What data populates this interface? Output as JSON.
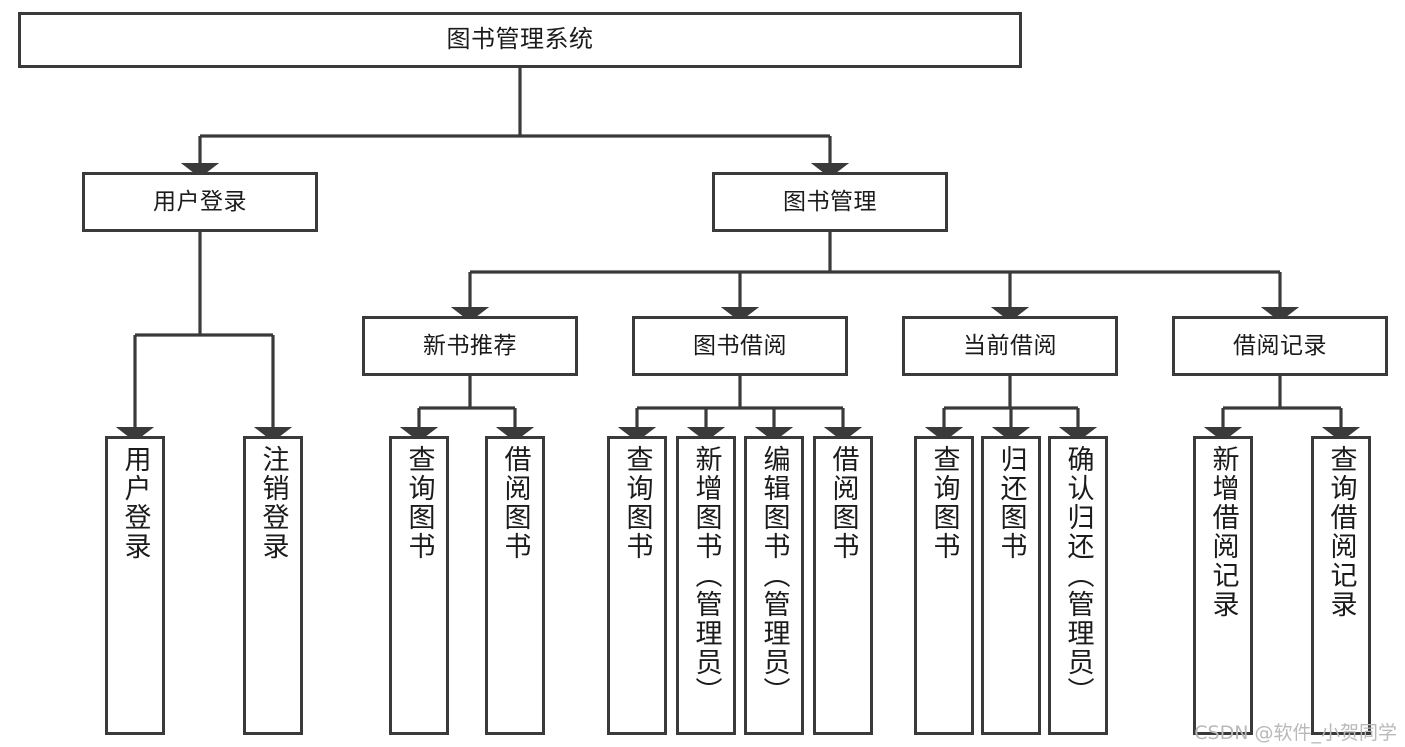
{
  "diagram": {
    "title": "图书管理系统",
    "watermark": "CSDN @软件_小贺同学",
    "colors": {
      "background": "#ffffff",
      "border": "#3a3a3a",
      "connector": "#3a3a3a",
      "text": "#1b1b1b",
      "watermark": "#b9b9b9"
    },
    "root": {
      "label": "图书管理系统"
    },
    "level2": [
      {
        "label": "用户登录"
      },
      {
        "label": "图书管理"
      }
    ],
    "level3": [
      {
        "label": "新书推荐"
      },
      {
        "label": "图书借阅"
      },
      {
        "label": "当前借阅"
      },
      {
        "label": "借阅记录"
      }
    ],
    "leaves": {
      "user_login": [
        {
          "label": "用户登录"
        },
        {
          "label": "注销登录"
        }
      ],
      "new_book_recommend": [
        {
          "label": "查询图书"
        },
        {
          "label": "借阅图书"
        }
      ],
      "book_borrow": [
        {
          "label": "查询图书"
        },
        {
          "label": "新增图书（管理员）"
        },
        {
          "label": "编辑图书（管理员）"
        },
        {
          "label": "借阅图书"
        }
      ],
      "current_borrow": [
        {
          "label": "查询图书"
        },
        {
          "label": "归还图书"
        },
        {
          "label": "确认归还（管理员）"
        }
      ],
      "borrow_record": [
        {
          "label": "新增借阅记录"
        },
        {
          "label": "查询借阅记录"
        }
      ]
    }
  }
}
